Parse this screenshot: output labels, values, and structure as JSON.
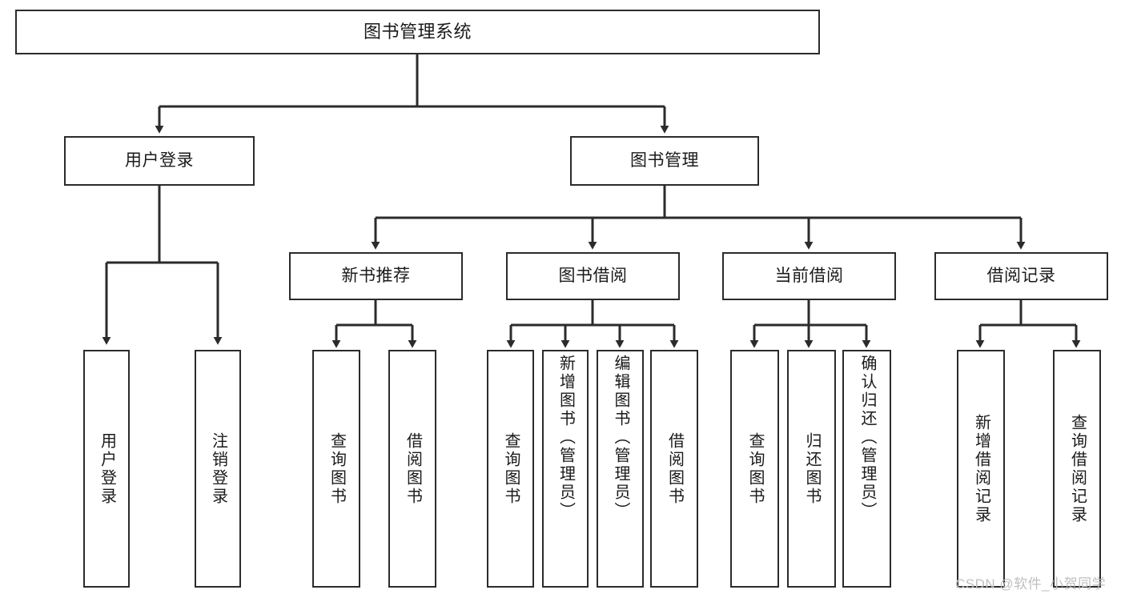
{
  "diagram": {
    "title": "图书管理系统",
    "type": "tree",
    "colors": {
      "box_border": "#2b2b2b",
      "box_fill": "#ffffff",
      "edge": "#2b2b2b",
      "text": "#1a1a1a",
      "watermark": "#bfbfbf",
      "background": "#ffffff"
    },
    "root": {
      "label": "图书管理系统"
    },
    "level2": [
      {
        "label": "用户登录"
      },
      {
        "label": "图书管理"
      }
    ],
    "level3": [
      {
        "label": "新书推荐"
      },
      {
        "label": "图书借阅"
      },
      {
        "label": "当前借阅"
      },
      {
        "label": "借阅记录"
      }
    ],
    "leaves": {
      "user_login": [
        {
          "label": "用户登录"
        },
        {
          "label": "注销登录"
        }
      ],
      "new_book_recommend": [
        {
          "label": "查询图书"
        },
        {
          "label": "借阅图书"
        }
      ],
      "book_borrow": [
        {
          "label": "查询图书"
        },
        {
          "label": "新增图书（管理员）"
        },
        {
          "label": "编辑图书（管理员）"
        },
        {
          "label": "借阅图书"
        }
      ],
      "current_borrow": [
        {
          "label": "查询图书"
        },
        {
          "label": "归还图书"
        },
        {
          "label": "确认归还（管理员）"
        }
      ],
      "borrow_record": [
        {
          "label": "新增借阅记录"
        },
        {
          "label": "查询借阅记录"
        }
      ]
    }
  },
  "watermark": {
    "text": "CSDN @软件_小贺同学"
  }
}
